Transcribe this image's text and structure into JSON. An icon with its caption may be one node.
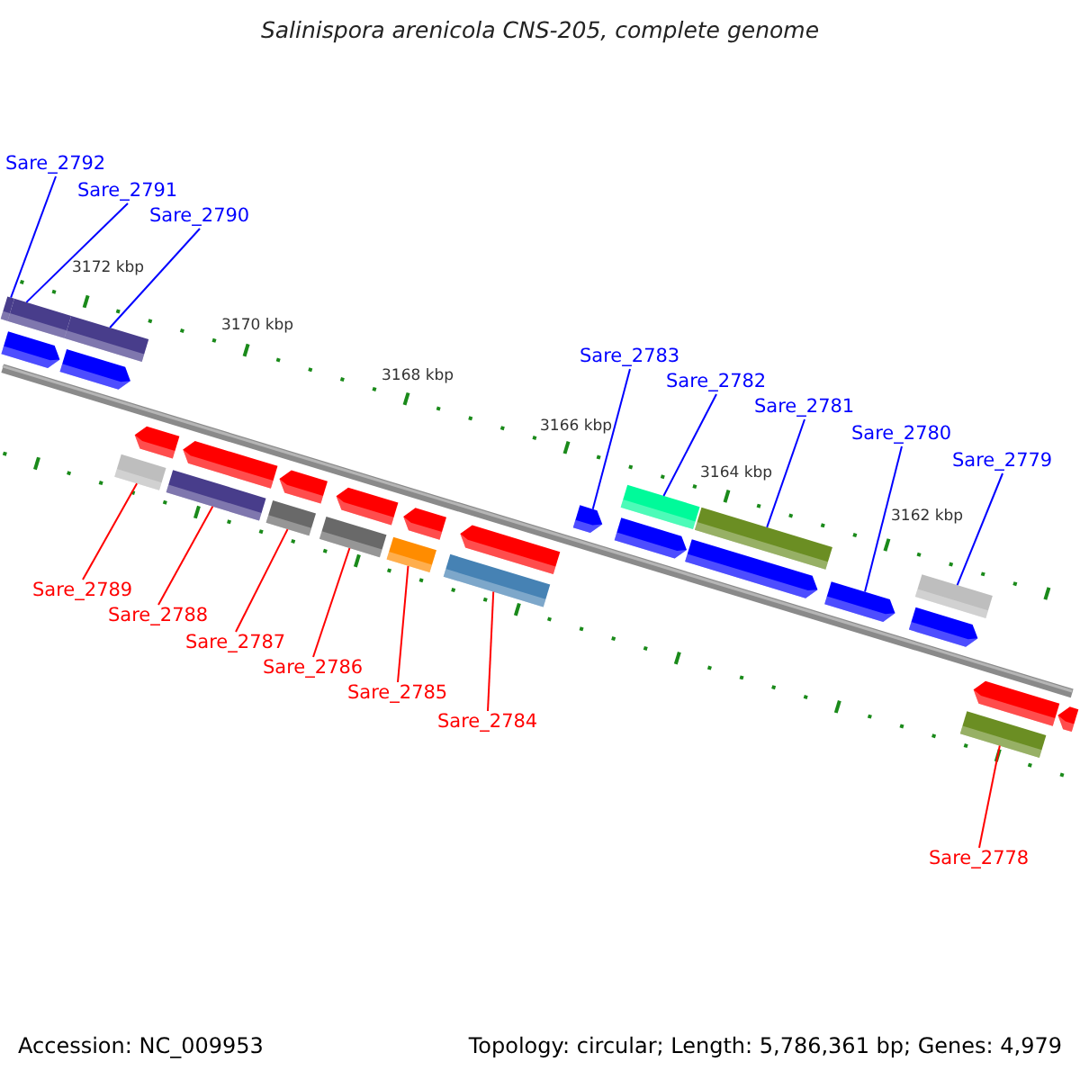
{
  "diagram": {
    "title": "Salinispora arenicola CNS-205, complete genome",
    "nodes": [
      {
        "text": [
          "Sare_2792"
        ]
      },
      {
        "text": [
          "Sare_2791"
        ]
      },
      {
        "text": [
          "Sare_2790"
        ]
      },
      {
        "text": [
          "Sare_2783"
        ]
      },
      {
        "text": [
          "Sare_2782"
        ]
      },
      {
        "text": [
          "Sare_2781"
        ]
      },
      {
        "text": [
          "Sare_2780"
        ]
      },
      {
        "text": [
          "Sare_2779"
        ]
      },
      {
        "text": [
          "Sare_2789"
        ]
      },
      {
        "text": [
          "Sare_2788"
        ]
      },
      {
        "text": [
          "Sare_2787"
        ]
      },
      {
        "text": [
          "Sare_2786"
        ]
      },
      {
        "text": [
          "Sare_2785"
        ]
      },
      {
        "text": [
          "Sare_2784"
        ]
      },
      {
        "text": [
          "Sare_2778"
        ]
      },
      {
        "text": [],
        "shape": "bar"
      },
      {
        "text": [],
        "shape": "bar"
      },
      {
        "text": [],
        "shape": "bar"
      },
      {
        "text": [],
        "shape": "bar"
      },
      {
        "text": [],
        "shape": "bar"
      },
      {
        "text": [],
        "shape": "bar"
      },
      {
        "text": [],
        "shape": "pentagon"
      },
      {
        "text": [],
        "shape": "pentagon"
      },
      {
        "text": [],
        "shape": "pentagon"
      },
      {
        "text": [],
        "shape": "pentagon"
      },
      {
        "text": [],
        "shape": "pentagon"
      },
      {
        "text": [],
        "shape": "pentagon"
      },
      {
        "text": [],
        "shape": "pentagon"
      },
      {
        "text": [],
        "shape": "pentagon"
      },
      {
        "text": [],
        "shape": "pentagon"
      },
      {
        "text": [],
        "shape": "pentagon"
      },
      {
        "text": [],
        "shape": "pentagon"
      },
      {
        "text": [],
        "shape": "pentagon"
      },
      {
        "text": [],
        "shape": "pentagon"
      },
      {
        "text": [],
        "shape": "pentagon"
      },
      {
        "text": [],
        "shape": "pentagon"
      },
      {
        "text": [],
        "shape": "bar"
      },
      {
        "text": [],
        "shape": "bar"
      },
      {
        "text": [],
        "shape": "bar"
      },
      {
        "text": [],
        "shape": "bar"
      },
      {
        "text": [],
        "shape": "bar"
      },
      {
        "text": [],
        "shape": "bar"
      },
      {
        "text": [],
        "shape": "bar"
      }
    ],
    "edges": [
      {
        "from": 0,
        "to": 15,
        "arrow": "none"
      },
      {
        "from": 1,
        "to": 16,
        "arrow": "none"
      },
      {
        "from": 2,
        "to": 17,
        "arrow": "none"
      },
      {
        "from": 3,
        "to": 23,
        "arrow": "none"
      },
      {
        "from": 4,
        "to": 18,
        "arrow": "none"
      },
      {
        "from": 5,
        "to": 19,
        "arrow": "none"
      },
      {
        "from": 6,
        "to": 26,
        "arrow": "none"
      },
      {
        "from": 7,
        "to": 20,
        "arrow": "none"
      },
      {
        "from": 8,
        "to": 36,
        "arrow": "none",
        "color": "#ff0000"
      },
      {
        "from": 9,
        "to": 37,
        "arrow": "none",
        "color": "#ff0000"
      },
      {
        "from": 10,
        "to": 38,
        "arrow": "none",
        "color": "#ff0000"
      },
      {
        "from": 11,
        "to": 39,
        "arrow": "none",
        "color": "#ff0000"
      },
      {
        "from": 12,
        "to": 40,
        "arrow": "none",
        "color": "#ff0000"
      },
      {
        "from": 13,
        "to": 41,
        "arrow": "none",
        "color": "#ff0000"
      },
      {
        "from": 14,
        "to": 42,
        "arrow": "none",
        "color": "#ff0000"
      }
    ],
    "labels": [
      "3172 kbp",
      "3170 kbp",
      "3168 kbp",
      "3166 kbp",
      "3164 kbp",
      "3162 kbp",
      "Accession: NC_009953",
      "Topology: circular; Length: 5,786,361 bp; Genes: 4,979"
    ]
  }
}
